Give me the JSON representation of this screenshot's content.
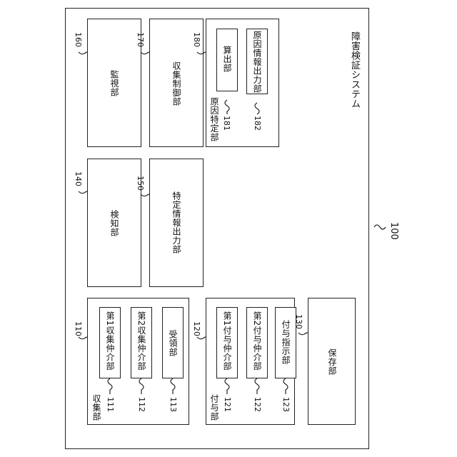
{
  "system": {
    "title": "障害検証システム",
    "ref": "100"
  },
  "monitor": {
    "label": "監視部",
    "ref": "160"
  },
  "collect_ctrl": {
    "label": "収集制御部",
    "ref": "170"
  },
  "cause": {
    "label": "原因特定部",
    "ref": "180",
    "calc": {
      "label": "算出部",
      "ref": "181"
    },
    "output": {
      "label": "原因情報出力部",
      "ref": "182"
    }
  },
  "detect": {
    "label": "検知部",
    "ref": "140"
  },
  "specific": {
    "label": "特定情報出力部",
    "ref": "150"
  },
  "collect": {
    "label": "収集部",
    "ref": "110",
    "m1": {
      "label": "第1収集仲介部",
      "ref": "111"
    },
    "m2": {
      "label": "第2収集仲介部",
      "ref": "112"
    },
    "recv": {
      "label": "受領部",
      "ref": "113"
    }
  },
  "assign": {
    "label": "付与部",
    "ref": "120",
    "m1": {
      "label": "第1付与仲介部",
      "ref": "121"
    },
    "m2": {
      "label": "第2付与仲介部",
      "ref": "122"
    },
    "instr": {
      "label": "付与指示部",
      "ref": "123"
    }
  },
  "store": {
    "label": "保存部",
    "ref": "130"
  }
}
